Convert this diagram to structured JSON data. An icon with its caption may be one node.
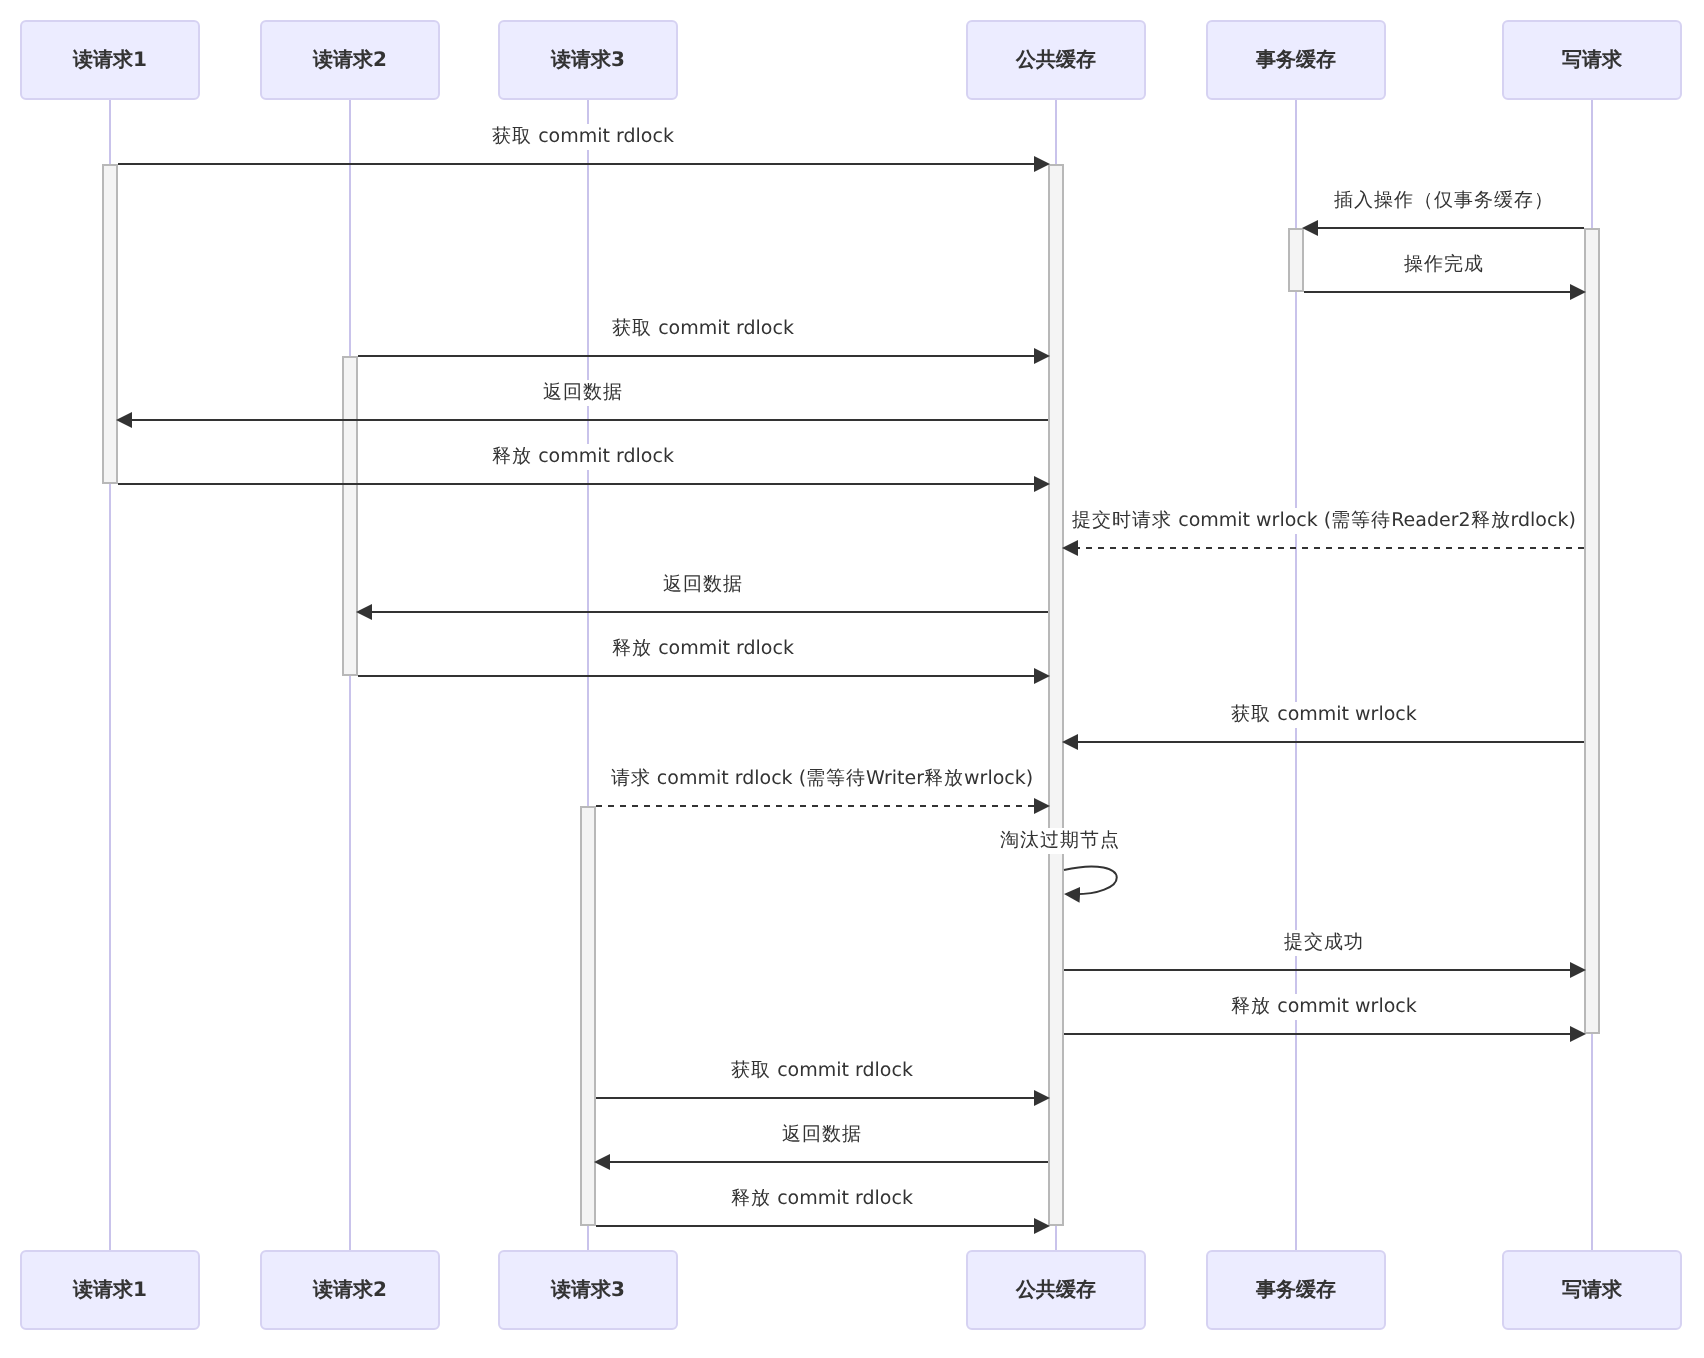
{
  "diagram": {
    "nodes": [
      {
        "text": [
          "读请求1"
        ]
      },
      {
        "text": [
          "读请求2"
        ]
      },
      {
        "text": [
          "读请求3"
        ]
      },
      {
        "text": [
          "公共缓存"
        ]
      },
      {
        "text": [
          "事务缓存"
        ]
      },
      {
        "text": [
          "写请求"
        ]
      },
      {
        "text": [
          "读请求1"
        ]
      },
      {
        "text": [
          "读请求2"
        ]
      },
      {
        "text": [
          "读请求3"
        ]
      },
      {
        "text": [
          "公共缓存"
        ]
      },
      {
        "text": [
          "事务缓存"
        ]
      },
      {
        "text": [
          "写请求"
        ]
      },
      {
        "text": [],
        "shape": "bar"
      },
      {
        "text": [],
        "shape": "bar"
      },
      {
        "text": [],
        "shape": "bar"
      },
      {
        "text": [],
        "shape": "bar"
      },
      {
        "text": [],
        "shape": "bar"
      },
      {
        "text": [],
        "shape": "bar"
      }
    ],
    "edges": [
      {
        "from": 0,
        "to": 12,
        "arrow": "none",
        "color": "#c9c3eb"
      },
      {
        "from": 12,
        "to": 6,
        "arrow": "none",
        "color": "#c9c3eb"
      },
      {
        "from": 1,
        "to": 16,
        "arrow": "none",
        "color": "#c9c3eb"
      },
      {
        "from": 16,
        "to": 7,
        "arrow": "none",
        "color": "#c9c3eb"
      },
      {
        "from": 2,
        "to": 17,
        "arrow": "none",
        "color": "#c9c3eb"
      },
      {
        "from": 17,
        "to": 8,
        "arrow": "none",
        "color": "#c9c3eb"
      },
      {
        "from": 3,
        "to": 13,
        "arrow": "none",
        "color": "#c9c3eb"
      },
      {
        "from": 13,
        "to": 9,
        "arrow": "none",
        "color": "#c9c3eb"
      },
      {
        "from": 4,
        "to": 14,
        "arrow": "none",
        "color": "#c9c3eb"
      },
      {
        "from": 14,
        "to": 10,
        "arrow": "none",
        "color": "#c9c3eb"
      },
      {
        "from": 5,
        "to": 15,
        "arrow": "none",
        "color": "#c9c3eb"
      },
      {
        "from": 15,
        "to": 11,
        "arrow": "none",
        "color": "#c9c3eb"
      },
      {
        "from": 12,
        "to": 13,
        "arrow": "to",
        "label": "获取 commit rdlock"
      },
      {
        "from": 15,
        "to": 14,
        "arrow": "to",
        "label": "插入操作（仅事务缓存）"
      },
      {
        "from": 14,
        "to": 15,
        "arrow": "to",
        "label": "操作完成"
      },
      {
        "from": 16,
        "to": 13,
        "arrow": "to",
        "label": "获取 commit rdlock"
      },
      {
        "from": 13,
        "to": 12,
        "arrow": "to",
        "label": "返回数据"
      },
      {
        "from": 12,
        "to": 13,
        "arrow": "to",
        "label": "释放 commit rdlock"
      },
      {
        "from": 15,
        "to": 13,
        "arrow": "to",
        "label": "提交时请求 commit wrlock (需等待Reader2释放rdlock)",
        "style": "dashed"
      },
      {
        "from": 13,
        "to": 16,
        "arrow": "to",
        "label": "返回数据"
      },
      {
        "from": 16,
        "to": 13,
        "arrow": "to",
        "label": "释放 commit rdlock"
      },
      {
        "from": 15,
        "to": 13,
        "arrow": "to",
        "label": "获取 commit wrlock"
      },
      {
        "from": 17,
        "to": 13,
        "arrow": "to",
        "label": "请求 commit rdlock (需等待Writer释放wrlock)",
        "style": "dashed"
      },
      {
        "from": 13,
        "to": 13,
        "arrow": "to",
        "label": "淘汰过期节点"
      },
      {
        "from": 13,
        "to": 15,
        "arrow": "to",
        "label": "提交成功"
      },
      {
        "from": 13,
        "to": 15,
        "arrow": "to",
        "label": "释放 commit wrlock"
      },
      {
        "from": 17,
        "to": 13,
        "arrow": "to",
        "label": "获取 commit rdlock"
      },
      {
        "from": 13,
        "to": 17,
        "arrow": "to",
        "label": "返回数据"
      },
      {
        "from": 17,
        "to": 13,
        "arrow": "to",
        "label": "释放 commit rdlock"
      }
    ]
  }
}
